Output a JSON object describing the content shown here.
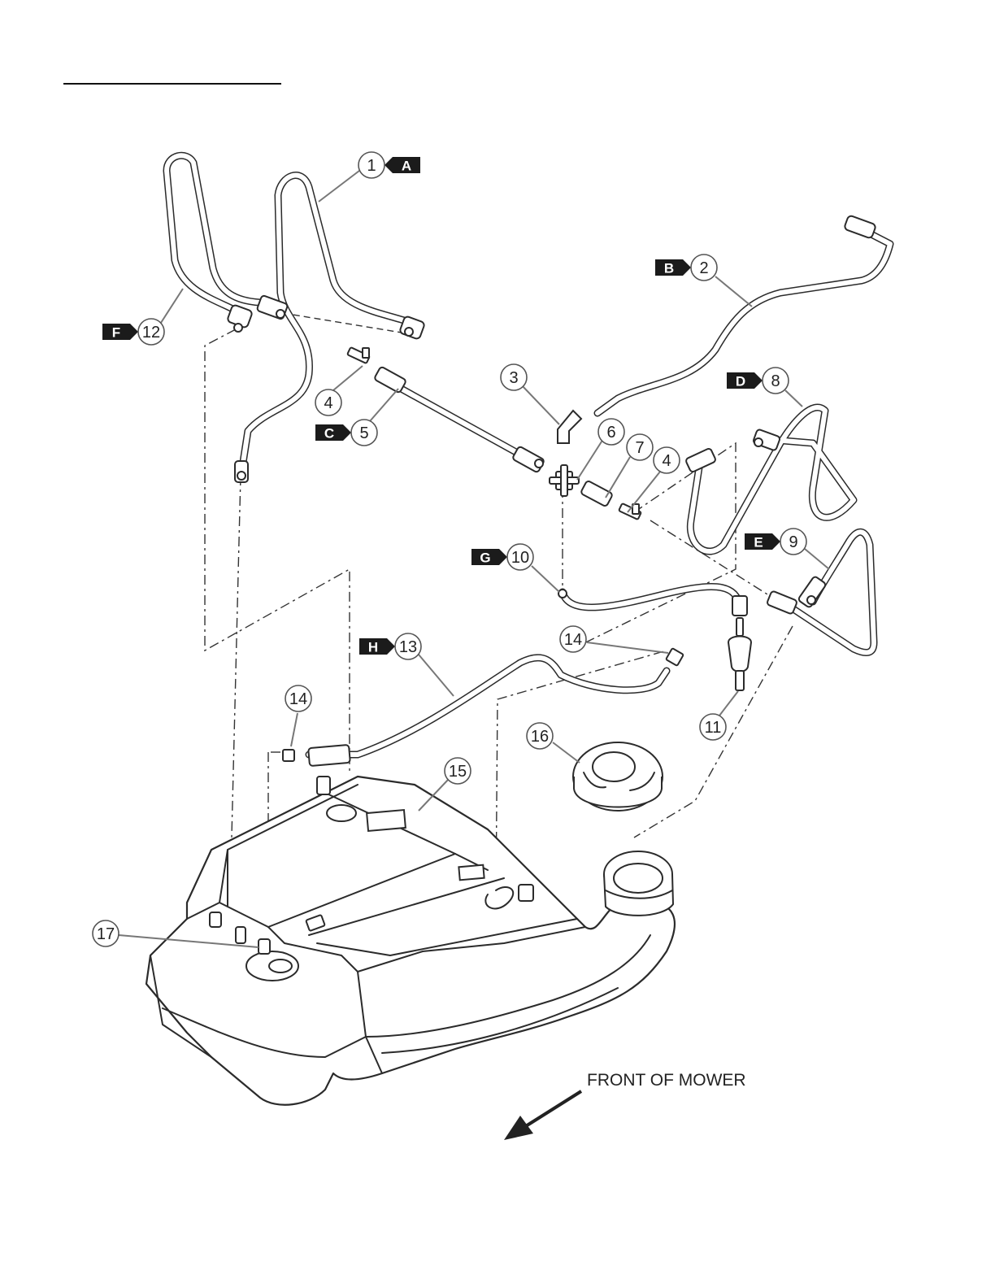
{
  "front_label": "FRONT OF MOWER",
  "callouts": [
    {
      "num": "1",
      "tag": "A"
    },
    {
      "num": "2",
      "tag": "B"
    },
    {
      "num": "3",
      "tag": ""
    },
    {
      "num": "4",
      "tag": ""
    },
    {
      "num": "5",
      "tag": "C"
    },
    {
      "num": "6",
      "tag": ""
    },
    {
      "num": "7",
      "tag": ""
    },
    {
      "num": "4",
      "tag": ""
    },
    {
      "num": "8",
      "tag": "D"
    },
    {
      "num": "9",
      "tag": "E"
    },
    {
      "num": "10",
      "tag": "G"
    },
    {
      "num": "11",
      "tag": ""
    },
    {
      "num": "12",
      "tag": "F"
    },
    {
      "num": "13",
      "tag": "H"
    },
    {
      "num": "14",
      "tag": ""
    },
    {
      "num": "14",
      "tag": ""
    },
    {
      "num": "15",
      "tag": ""
    },
    {
      "num": "16",
      "tag": ""
    },
    {
      "num": "17",
      "tag": ""
    }
  ]
}
